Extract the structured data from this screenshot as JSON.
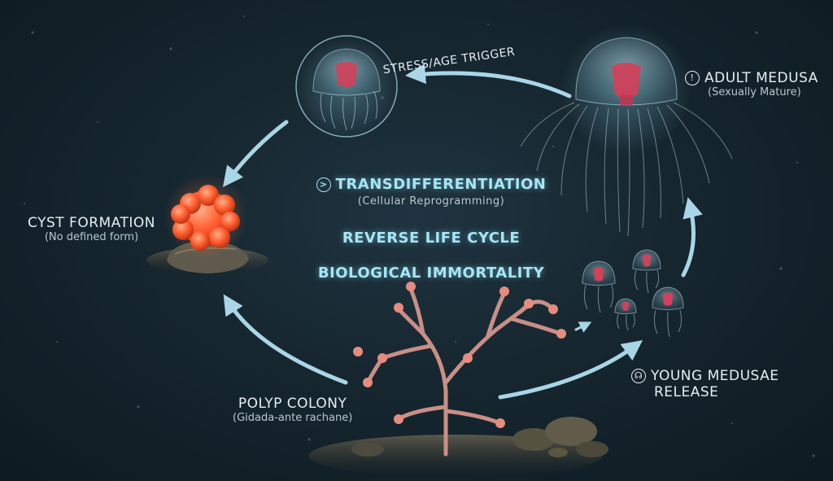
{
  "nodes": {
    "adult_medusa": {
      "title": "ADULT MEDUSA",
      "subtitle": "(Sexually Mature)",
      "icon": "!"
    },
    "cyst": {
      "title": "CYST FORMATION",
      "subtitle": "(No defined form)"
    },
    "polyp": {
      "title": "POLYP COLONY",
      "subtitle": "(Gidada-ante rachane)"
    },
    "young": {
      "line1": "YOUNG MEDUSAE",
      "line2": "RELEASE",
      "icon": "jellyfish-icon"
    }
  },
  "edges": {
    "stress_trigger": "STRESS/AGE TRIGGER"
  },
  "center": {
    "transdiff_title": "TRANSDIFFERENTIATION",
    "transdiff_subtitle": "(Cellular Reprogramming)",
    "transdiff_icon": ">",
    "reverse": "REVERSE LIFE CYCLE",
    "immortality": "BIOLOGICAL IMMORTALITY"
  },
  "colors": {
    "arrow": "#a9d6e6",
    "glow_text": "#a6e6f4",
    "cyst": "#ff6a3d",
    "jelly_core": "#d2405a"
  }
}
